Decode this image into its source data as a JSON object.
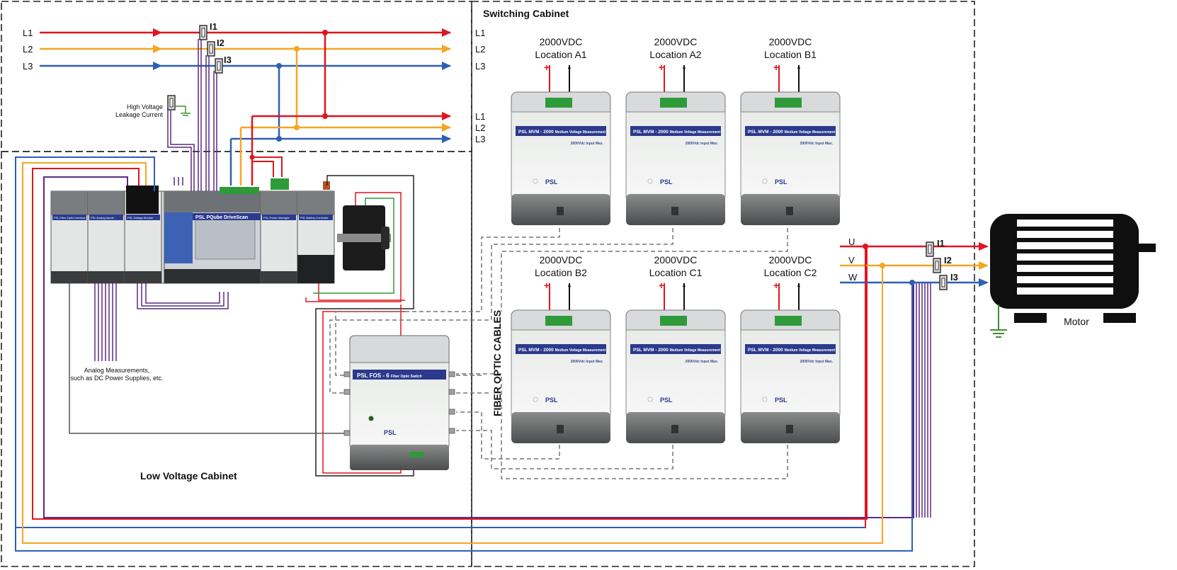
{
  "switching_cabinet_title": "Switching Cabinet",
  "low_voltage_cabinet_title": "Low Voltage Cabinet",
  "fiber_label": "FIBER OPTIC CABLES",
  "motor_label": "Motor",
  "hv_leakage": [
    "High Voltage",
    "Leakage Current"
  ],
  "analog_note": [
    "Analog Measurements,",
    "such as DC Power Supplies, etc."
  ],
  "phase_labels": [
    "L1",
    "L2",
    "L3"
  ],
  "motor_phases": [
    "U",
    "V",
    "W"
  ],
  "ct_labels": [
    "I1",
    "I2",
    "I3"
  ],
  "polarity": {
    "plus": "+",
    "minus": "-"
  },
  "colors": {
    "l1": "#e0151f",
    "l2": "#f5a623",
    "l3": "#2f5fb3",
    "purple": "#5b2a86",
    "ground": "#3f8f2f",
    "psl_blue": "#2b3a8c"
  },
  "mvm_modules": [
    {
      "voltage": "2000VDC",
      "location": "Location A1",
      "model": "MVM - 2000",
      "desc": "Medium Voltage Measurement",
      "rating": "2000Vdc Input Max.",
      "brand": "PSL"
    },
    {
      "voltage": "2000VDC",
      "location": "Location A2",
      "model": "MVM - 2000",
      "desc": "Medium Voltage Measurement",
      "rating": "2000Vdc Input Max.",
      "brand": "PSL"
    },
    {
      "voltage": "2000VDC",
      "location": "Location B1",
      "model": "MVM - 2000",
      "desc": "Medium Voltage Measurement",
      "rating": "2000Vdc Input Max.",
      "brand": "PSL"
    },
    {
      "voltage": "2000VDC",
      "location": "Location B2",
      "model": "MVM - 2000",
      "desc": "Medium Voltage Measurement",
      "rating": "2000Vdc Input Max.",
      "brand": "PSL"
    },
    {
      "voltage": "2000VDC",
      "location": "Location C1",
      "model": "MVM - 2000",
      "desc": "Medium Voltage Measurement",
      "rating": "2000Vdc Input Max.",
      "brand": "PSL"
    },
    {
      "voltage": "2000VDC",
      "location": "Location C2",
      "model": "MVM - 2000",
      "desc": "Medium Voltage Measurement",
      "rating": "2000Vdc Input Max.",
      "brand": "PSL"
    }
  ],
  "fos_module": {
    "brand": "PSL",
    "model": "FOS - 6",
    "desc": "Fiber Optic Switch"
  },
  "pqube": {
    "brand": "PSL",
    "model": "PQube DriveScan"
  },
  "din_modules": [
    "PSL Fibre Optic Interface",
    "PSL Analog Inputs",
    "PSL Voltage Module",
    "PSL Power Manager",
    "PSL Battery Controller"
  ]
}
